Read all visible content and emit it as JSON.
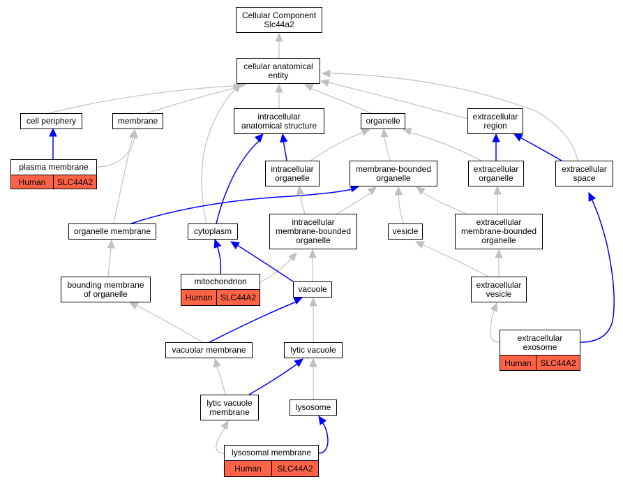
{
  "colors": {
    "is_a": "#c0c0c0",
    "part_of": "#0000ff",
    "annotation": "#ff6347"
  },
  "nodes": {
    "root": "Cellular Component\nSlc44a2",
    "cae": "cellular anatomical\nentity",
    "cell_periphery": "cell periphery",
    "membrane": "membrane",
    "ias": "intracellular\nanatomical structure",
    "organelle": "organelle",
    "extracellular_region": "extracellular\nregion",
    "plasma_membrane": "plasma membrane",
    "intracellular_organelle": "intracellular\norganelle",
    "mbo": "membrane-bounded\norganelle",
    "extracellular_organelle": "extracellular\norganelle",
    "extracellular_space": "extracellular\nspace",
    "organelle_membrane": "organelle membrane",
    "cytoplasm": "cytoplasm",
    "imbo": "intracellular\nmembrane-bounded\norganelle",
    "vesicle": "vesicle",
    "embo": "extracellular\nmembrane-bounded\norganelle",
    "bounding_membrane": "bounding membrane\nof organelle",
    "mitochondrion": "mitochondrion",
    "vacuole": "vacuole",
    "extracellular_vesicle": "extracellular\nvesicle",
    "vacuolar_membrane": "vacuolar membrane",
    "lytic_vacuole": "lytic vacuole",
    "extracellular_exosome": "extracellular\nexosome",
    "lvm": "lytic vacuole\nmembrane",
    "lysosome": "lysosome",
    "lysosomal_membrane": "lysosomal membrane"
  },
  "annotations": {
    "plasma_membrane": {
      "species": "Human",
      "gene": "SLC44A2"
    },
    "mitochondrion": {
      "species": "Human",
      "gene": "SLC44A2"
    },
    "extracellular_exosome": {
      "species": "Human",
      "gene": "SLC44A2"
    },
    "lysosomal_membrane": {
      "species": "Human",
      "gene": "SLC44A2"
    }
  }
}
